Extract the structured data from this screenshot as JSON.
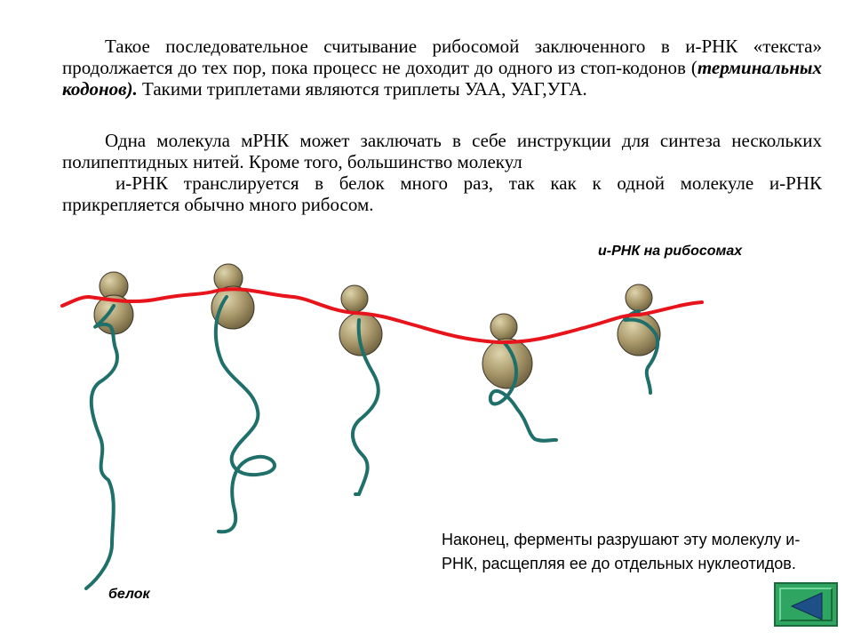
{
  "paragraph1": {
    "part1": "Такое последовательное считывание рибосомой заключенного в и-РНК «текста» продолжается до тех пор, пока процесс не доходит до одного из стоп-кодонов (",
    "emphasis": "терминальных кодонов).",
    "part2": " Такими триплетами являются триплеты УАА, УАГ,УГА."
  },
  "paragraph2": {
    "line1": "Одна молекула мРНК может заключать в себе инструкции для синтеза нескольких полипептидных нитей. Кроме того, большинство молекул",
    "line2": "и-РНК транслируется в белок много раз, так как к одной молекуле и-РНК  прикрепляется обычно много рибосом."
  },
  "diagram": {
    "mrna_label": "и-РНК на рибосомах",
    "protein_label": "белок",
    "colors": {
      "mrna": "#e8141c",
      "protein": "#1f6f6a",
      "ribosome": "#a8976a",
      "ribosome_highlight": "#d9cfa7"
    }
  },
  "caption": "Наконец, ферменты разрушают эту молекулу и-РНК, расщепляя ее до отдельных нуклеотидов.",
  "nav": {
    "back_icon": "triangle-left-icon",
    "back_color": "#2ea561"
  }
}
